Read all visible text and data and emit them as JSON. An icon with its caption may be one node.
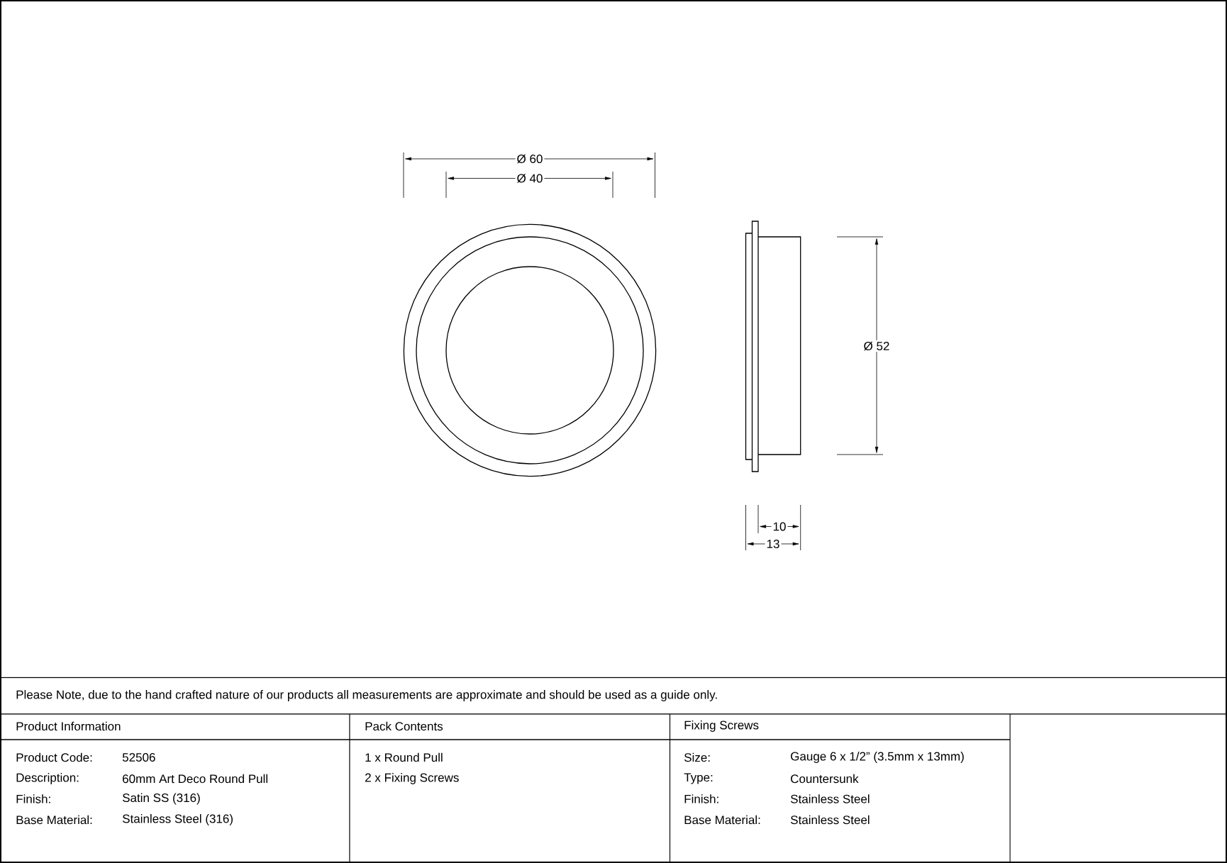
{
  "diagram": {
    "labels": [
      "Ø 60",
      "Ø 40",
      "Ø 52",
      "10",
      "13",
      "Please Note, due to the hand crafted nature of our products all measurements are approximate and should be used as a guide only.",
      "Product Information",
      "Pack Contents",
      "Fixing Screws",
      "Product Code:",
      "52506",
      "1 x Round Pull",
      "Size:",
      "Gauge 6 x 1/2” (3.5mm x 13mm)",
      "Description:",
      "60mm Art Deco Round Pull",
      "2 x Fixing Screws",
      "Type:",
      "Countersunk",
      "Finish:",
      "Satin SS (316)",
      "Finish:",
      "Stainless Steel",
      "Base Material:",
      "Stainless Steel (316)",
      "Base Material:",
      "Stainless Steel"
    ]
  }
}
